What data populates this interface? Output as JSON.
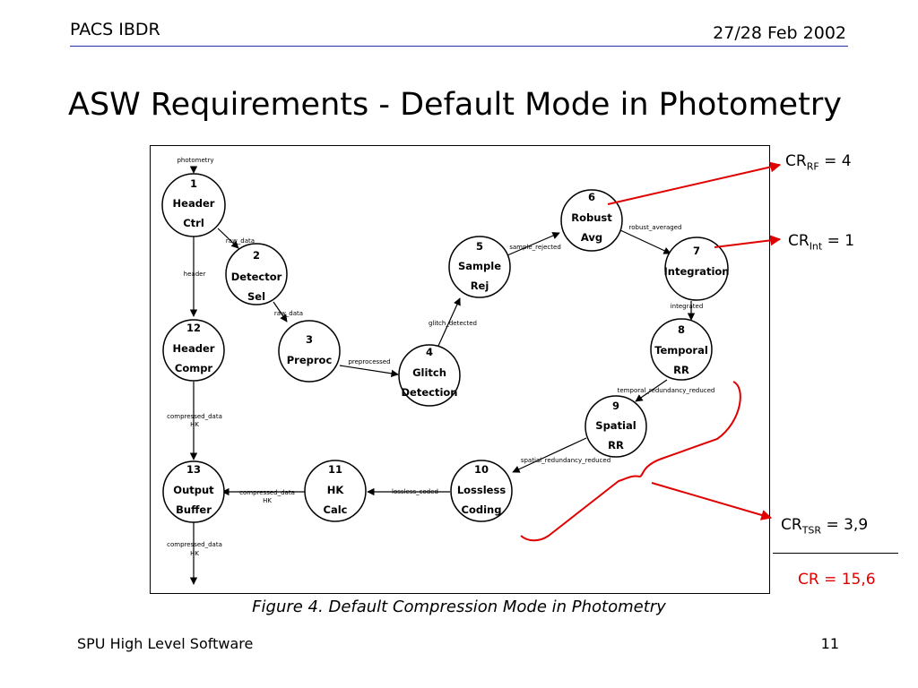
{
  "header": {
    "left": "PACS IBDR",
    "right": "27/28 Feb 2002"
  },
  "title": "ASW Requirements - Default Mode in Photometry",
  "diagram": {
    "nodes": [
      {
        "id": "1",
        "l1": "Header",
        "l2": "Ctrl"
      },
      {
        "id": "2",
        "l1": "Detector",
        "l2": "Sel"
      },
      {
        "id": "3",
        "l1": "Preproc",
        "l2": ""
      },
      {
        "id": "4",
        "l1": "Glitch",
        "l2": "Detection"
      },
      {
        "id": "5",
        "l1": "Sample",
        "l2": "Rej"
      },
      {
        "id": "6",
        "l1": "Robust",
        "l2": "Avg"
      },
      {
        "id": "7",
        "l1": "Integration",
        "l2": ""
      },
      {
        "id": "8",
        "l1": "Temporal",
        "l2": "RR"
      },
      {
        "id": "9",
        "l1": "Spatial",
        "l2": "RR"
      },
      {
        "id": "10",
        "l1": "Lossless",
        "l2": "Coding"
      },
      {
        "id": "11",
        "l1": "HK",
        "l2": "Calc"
      },
      {
        "id": "12",
        "l1": "Header",
        "l2": "Compr"
      },
      {
        "id": "13",
        "l1": "Output",
        "l2": "Buffer"
      }
    ],
    "flows": {
      "photometry": "photometry",
      "raw_data_1": "raw_data",
      "header": "header",
      "raw_data_2": "raw_data",
      "preprocessed": "preprocessed",
      "glitch_detected": "glitch_detected",
      "sample_rejected": "sample_rejected",
      "robust_averaged": "robust_averaged",
      "integrated": "integrated",
      "temporal_redundancy_reduced": "temporal_redundancy_reduced",
      "spatial_redundancy_reduced": "spatial_redundancy_reduced",
      "lossless_coded": "lossless_coded",
      "compressed_data_hk_11": {
        "a": "compressed_data",
        "b": "HK"
      },
      "compressed_data_hk_12": {
        "a": "compressed_data",
        "b": "HK"
      },
      "compressed_data_hk_13": {
        "a": "compressed_data",
        "b": "HK"
      }
    }
  },
  "caption": "Figure 4. Default Compression Mode in Photometry",
  "ratios": {
    "rf": {
      "base": "CR",
      "sub": "RF",
      "rest": " = 4"
    },
    "int": {
      "base": "CR",
      "sub": "Int",
      "rest": " = 1"
    },
    "tsr": {
      "base": "CR",
      "sub": "TSR",
      "rest": " = 3,9"
    },
    "total": "CR = 15,6"
  },
  "footer": {
    "left": "SPU High Level Software",
    "right": "11"
  },
  "colors": {
    "rule": "#1f2fa3",
    "annotation": "#e00000"
  }
}
